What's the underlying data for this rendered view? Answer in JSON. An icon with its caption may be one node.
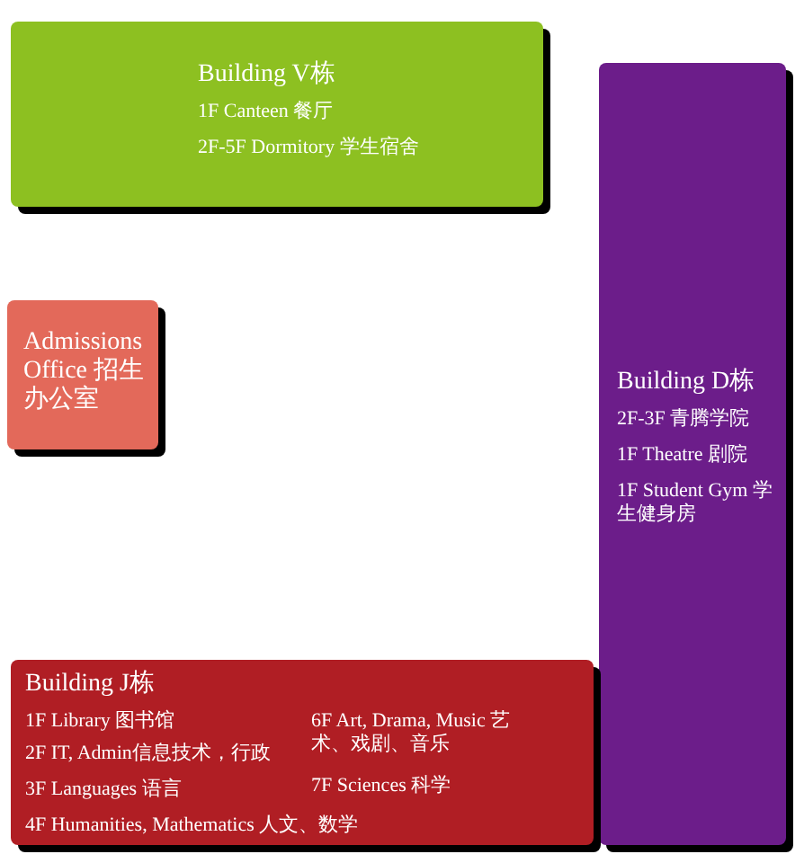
{
  "diagram": {
    "nodes": [
      {
        "text": [
          "Building V栋",
          "1F Canteen 餐厅",
          "2F-5F Dormitory 学生宿舍"
        ]
      },
      {
        "text": [
          "Admissions Office 招生办公室"
        ]
      },
      {
        "text": [
          "Building D栋",
          "2F-3F 青腾学院",
          "1F Theatre 剧院",
          "1F Student Gym 学生健身房"
        ]
      },
      {
        "text": [
          "Building J栋",
          "1F Library 图书馆",
          "2F IT, Admin信息技术，行政",
          "3F Languages 语言",
          "4F Humanities, Mathematics 人文、数学",
          "6F Art, Drama, Music 艺术、戏剧、音乐",
          "7F Sciences 科学"
        ]
      }
    ]
  }
}
